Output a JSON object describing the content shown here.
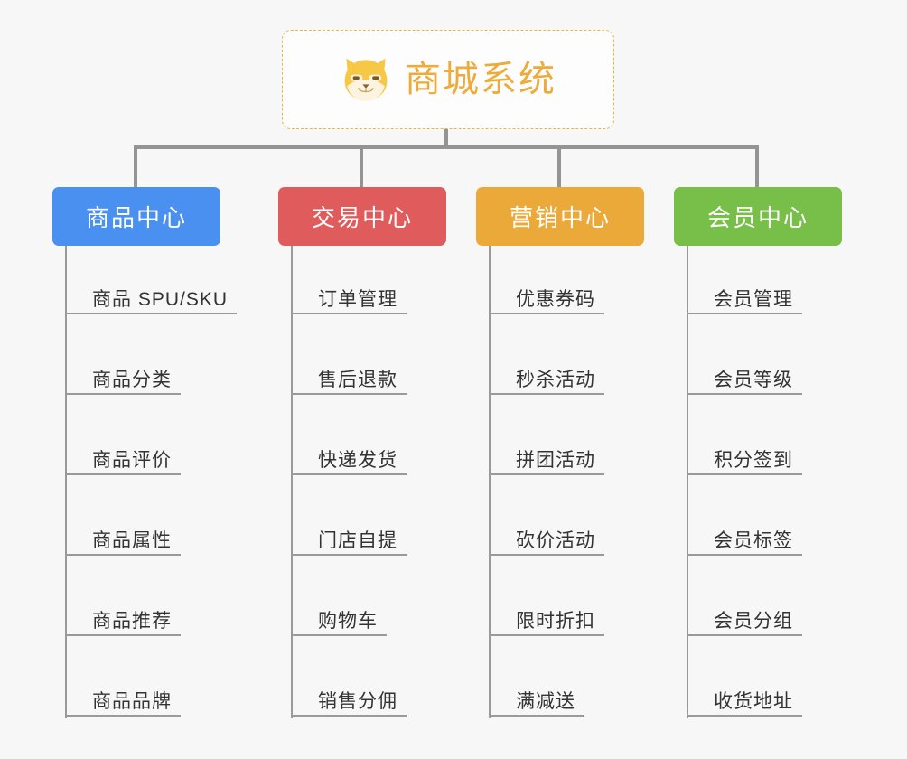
{
  "diagram": {
    "type": "org-chart",
    "background_color": "#f7f7f7",
    "connector_color": "#949494",
    "root": {
      "title": "商城系统",
      "icon": "shiba-dog-face-emoji",
      "text_color": "#edab3a",
      "border_color": "#e8b44b",
      "border_style": "dashed",
      "background_color": "#fdfdfd"
    },
    "branches": [
      {
        "label": "商品中心",
        "color": "#4a90f0",
        "items": [
          "商品 SPU/SKU",
          "商品分类",
          "商品评价",
          "商品属性",
          "商品推荐",
          "商品品牌"
        ]
      },
      {
        "label": "交易中心",
        "color": "#e05b5b",
        "items": [
          "订单管理",
          "售后退款",
          "快递发货",
          "门店自提",
          "购物车",
          "销售分佣"
        ]
      },
      {
        "label": "营销中心",
        "color": "#eaa938",
        "items": [
          "优惠券码",
          "秒杀活动",
          "拼团活动",
          "砍价活动",
          "限时折扣",
          "满减送"
        ]
      },
      {
        "label": "会员中心",
        "color": "#78bf49",
        "items": [
          "会员管理",
          "会员等级",
          "积分签到",
          "会员标签",
          "会员分组",
          "收货地址"
        ]
      }
    ]
  }
}
